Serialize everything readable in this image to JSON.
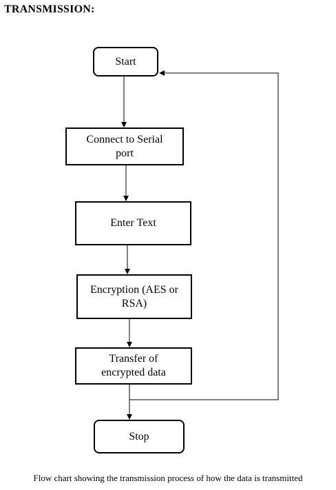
{
  "heading": "TRANSMISSION:",
  "nodes": {
    "start": "Start",
    "connect": "Connect to Serial port",
    "enter": "Enter Text",
    "encrypt": "Encryption (AES or RSA)",
    "transfer": "Transfer of encrypted data",
    "stop": "Stop"
  },
  "caption": "Flow chart showing the transmission process of how the data is transmitted"
}
